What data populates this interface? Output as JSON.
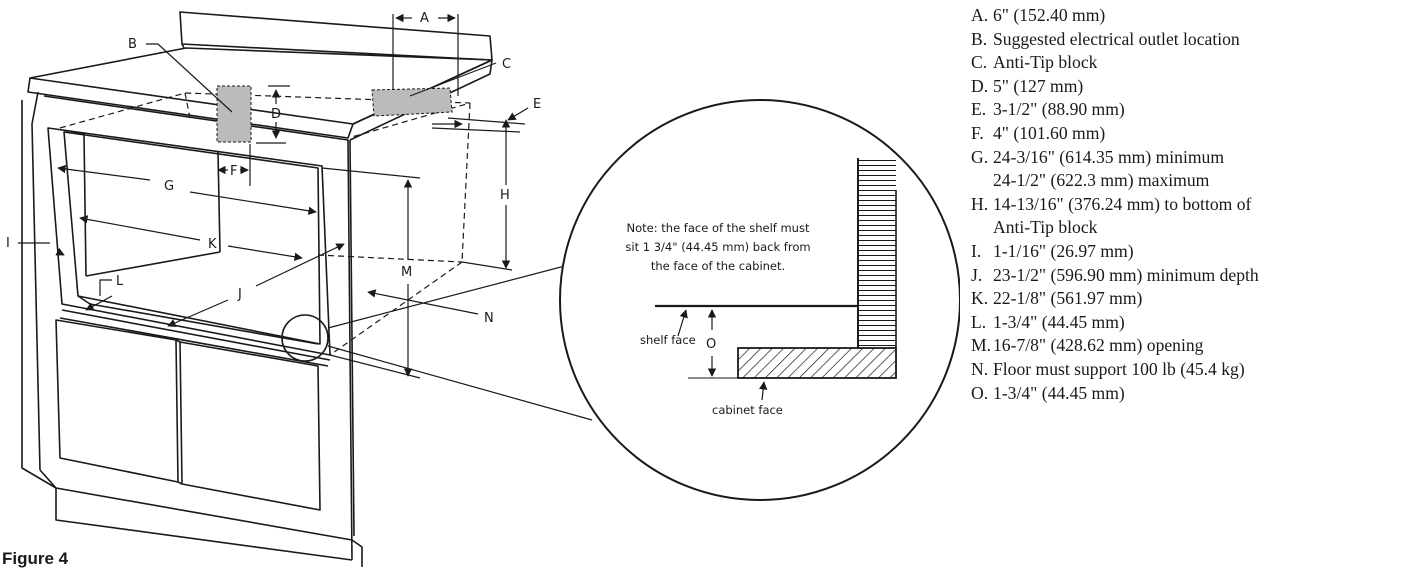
{
  "figure": {
    "caption": "Figure 4"
  },
  "diagram": {
    "callouts": {
      "A": "A",
      "B": "B",
      "C": "C",
      "D": "D",
      "E": "E",
      "F": "F",
      "G": "G",
      "H": "H",
      "I": "I",
      "J": "J",
      "K": "K",
      "L": "L",
      "M": "M",
      "N": "N",
      "O": "O"
    },
    "note_lines": [
      "Note: the face of the shelf must",
      "sit 1 3/4\" (44.45 mm) back from",
      "the face of the cabinet."
    ],
    "shelf_face_label": "shelf face",
    "cabinet_face_label": "cabinet face"
  },
  "legend": [
    {
      "key": "A.",
      "text": "6\" (152.40 mm)"
    },
    {
      "key": "B.",
      "text": "Suggested electrical outlet location"
    },
    {
      "key": "C.",
      "text": "Anti-Tip block"
    },
    {
      "key": "D.",
      "text": "5\" (127 mm)"
    },
    {
      "key": "E.",
      "text": "3-1/2\" (88.90 mm)"
    },
    {
      "key": "F.",
      "text": "4\" (101.60 mm)"
    },
    {
      "key": "G.",
      "text": "24-3/16\" (614.35 mm) minimum\n24-1/2\" (622.3 mm) maximum"
    },
    {
      "key": "H.",
      "text": "14-13/16\" (376.24 mm) to bottom of\nAnti-Tip block"
    },
    {
      "key": "I.",
      "text": "1-1/16\" (26.97 mm)"
    },
    {
      "key": "J.",
      "text": "23-1/2\" (596.90 mm) minimum depth"
    },
    {
      "key": "K.",
      "text": "22-1/8\" (561.97 mm)"
    },
    {
      "key": "L.",
      "text": "1-3/4\" (44.45 mm)"
    },
    {
      "key": "M.",
      "text": "16-7/8\" (428.62 mm) opening"
    },
    {
      "key": "N.",
      "text": "Floor must support 100 lb (45.4 kg)"
    },
    {
      "key": "O.",
      "text": "1-3/4\" (44.45 mm)"
    }
  ]
}
